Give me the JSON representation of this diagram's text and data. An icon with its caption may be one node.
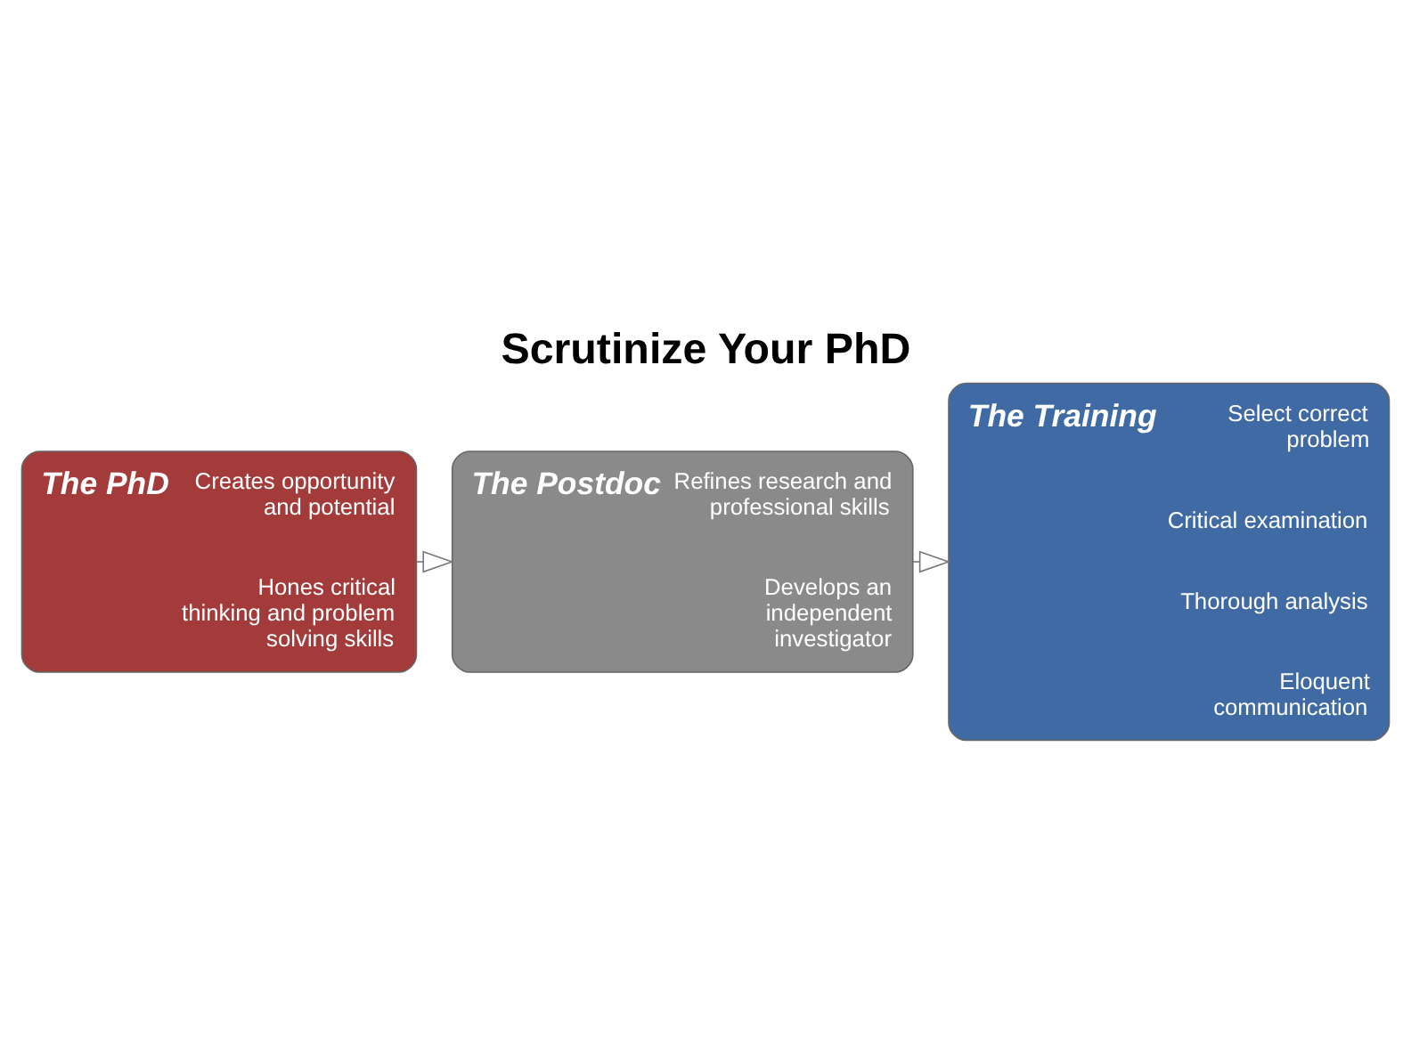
{
  "diagram": {
    "title": "Scrutinize Your PhD",
    "nodes": [
      {
        "text": [
          "The PhD",
          "Creates opportunity and potential",
          "Hones critical thinking and problem solving skills"
        ]
      },
      {
        "text": [
          "The Postdoc",
          "Refines research and professional skills",
          "Develops an independent investigator"
        ]
      },
      {
        "text": [
          "The Training",
          "Select correct problem",
          "Critical examination",
          "Thorough analysis",
          "Eloquent communication"
        ]
      }
    ],
    "edges": [
      {
        "from": 0,
        "to": 1,
        "arrow": "to"
      },
      {
        "from": 1,
        "to": 2,
        "arrow": "to"
      }
    ]
  }
}
